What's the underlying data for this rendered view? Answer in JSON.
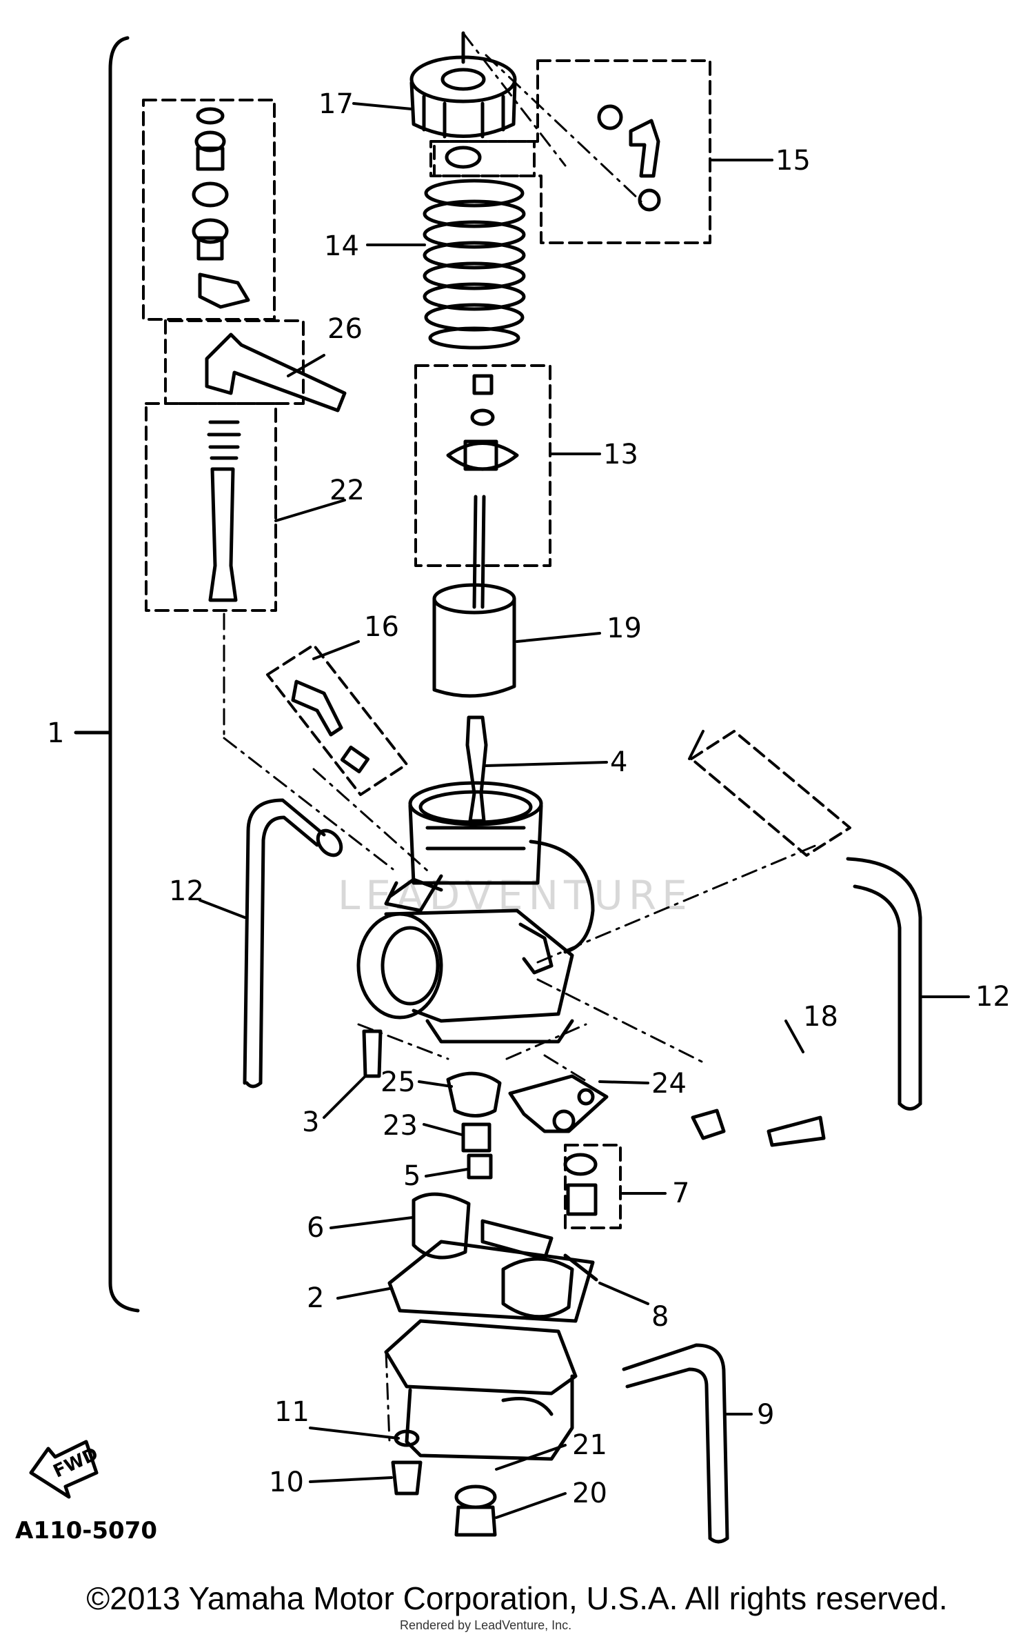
{
  "watermark": "LEADVENTURE",
  "diagram_code": "A110-5070",
  "fwd_label": "FWD",
  "copyright": "©2013 Yamaha Motor Corporation, U.S.A. All rights reserved.",
  "rendered_by": "Rendered by LeadVenture, Inc.",
  "callouts": [
    {
      "id": "1",
      "text": "1"
    },
    {
      "id": "2",
      "text": "2"
    },
    {
      "id": "3",
      "text": "3"
    },
    {
      "id": "4",
      "text": "4"
    },
    {
      "id": "5",
      "text": "5"
    },
    {
      "id": "6",
      "text": "6"
    },
    {
      "id": "7",
      "text": "7"
    },
    {
      "id": "8",
      "text": "8"
    },
    {
      "id": "9",
      "text": "9"
    },
    {
      "id": "10",
      "text": "10"
    },
    {
      "id": "11",
      "text": "11"
    },
    {
      "id": "12a",
      "text": "12"
    },
    {
      "id": "12b",
      "text": "12"
    },
    {
      "id": "13",
      "text": "13"
    },
    {
      "id": "14",
      "text": "14"
    },
    {
      "id": "15",
      "text": "15"
    },
    {
      "id": "16",
      "text": "16"
    },
    {
      "id": "17",
      "text": "17"
    },
    {
      "id": "18",
      "text": "18"
    },
    {
      "id": "19",
      "text": "19"
    },
    {
      "id": "20",
      "text": "20"
    },
    {
      "id": "21",
      "text": "21"
    },
    {
      "id": "22",
      "text": "22"
    },
    {
      "id": "23",
      "text": "23"
    },
    {
      "id": "24",
      "text": "24"
    },
    {
      "id": "25",
      "text": "25"
    },
    {
      "id": "26",
      "text": "26"
    }
  ]
}
